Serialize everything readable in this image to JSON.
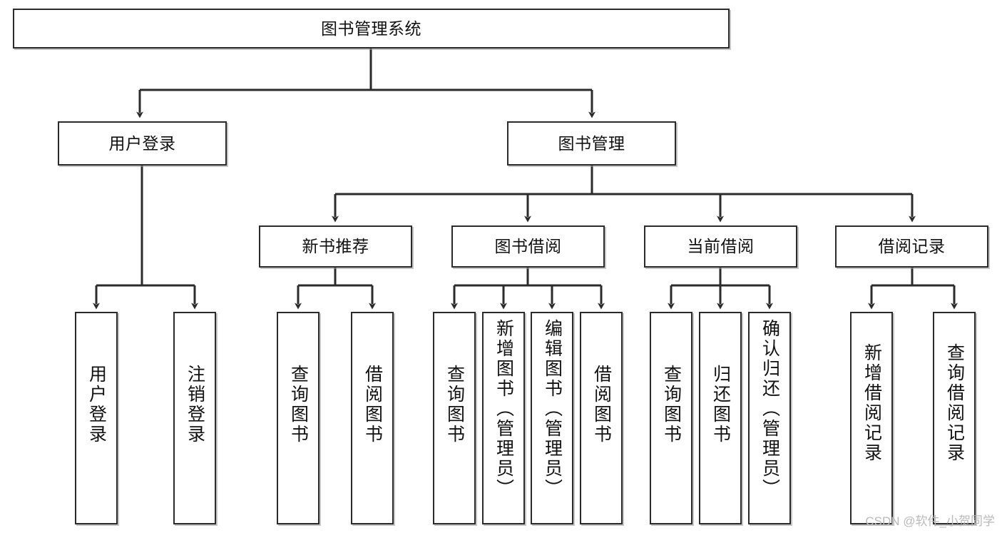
{
  "diagram": {
    "title": "图书管理系统",
    "type": "hierarchy-tree",
    "watermark": "CSDN @软件_小贺同学",
    "colors": {
      "node_border": "#2b2b2b",
      "node_fill": "#ffffff",
      "edge": "#2b2b2b",
      "watermark": "#b9b9b9"
    },
    "levels": {
      "root": {
        "label": "图书管理系统"
      },
      "level2": [
        {
          "label": "用户登录"
        },
        {
          "label": "图书管理"
        }
      ],
      "level3": [
        {
          "label": "新书推荐"
        },
        {
          "label": "图书借阅"
        },
        {
          "label": "当前借阅"
        },
        {
          "label": "借阅记录"
        }
      ],
      "leaves": {
        "user_login": [
          {
            "label": "用户登录"
          },
          {
            "label": "注销登录"
          }
        ],
        "new_book_recommend": [
          {
            "label": "查询图书"
          },
          {
            "label": "借阅图书"
          }
        ],
        "book_borrow": [
          {
            "label": "查询图书"
          },
          {
            "label": "新增图书（管理员）"
          },
          {
            "label": "编辑图书（管理员）"
          },
          {
            "label": "借阅图书"
          }
        ],
        "current_borrow": [
          {
            "label": "查询图书"
          },
          {
            "label": "归还图书"
          },
          {
            "label": "确认归还（管理员）"
          }
        ],
        "borrow_record": [
          {
            "label": "新增借阅记录"
          },
          {
            "label": "查询借阅记录"
          }
        ]
      }
    }
  }
}
